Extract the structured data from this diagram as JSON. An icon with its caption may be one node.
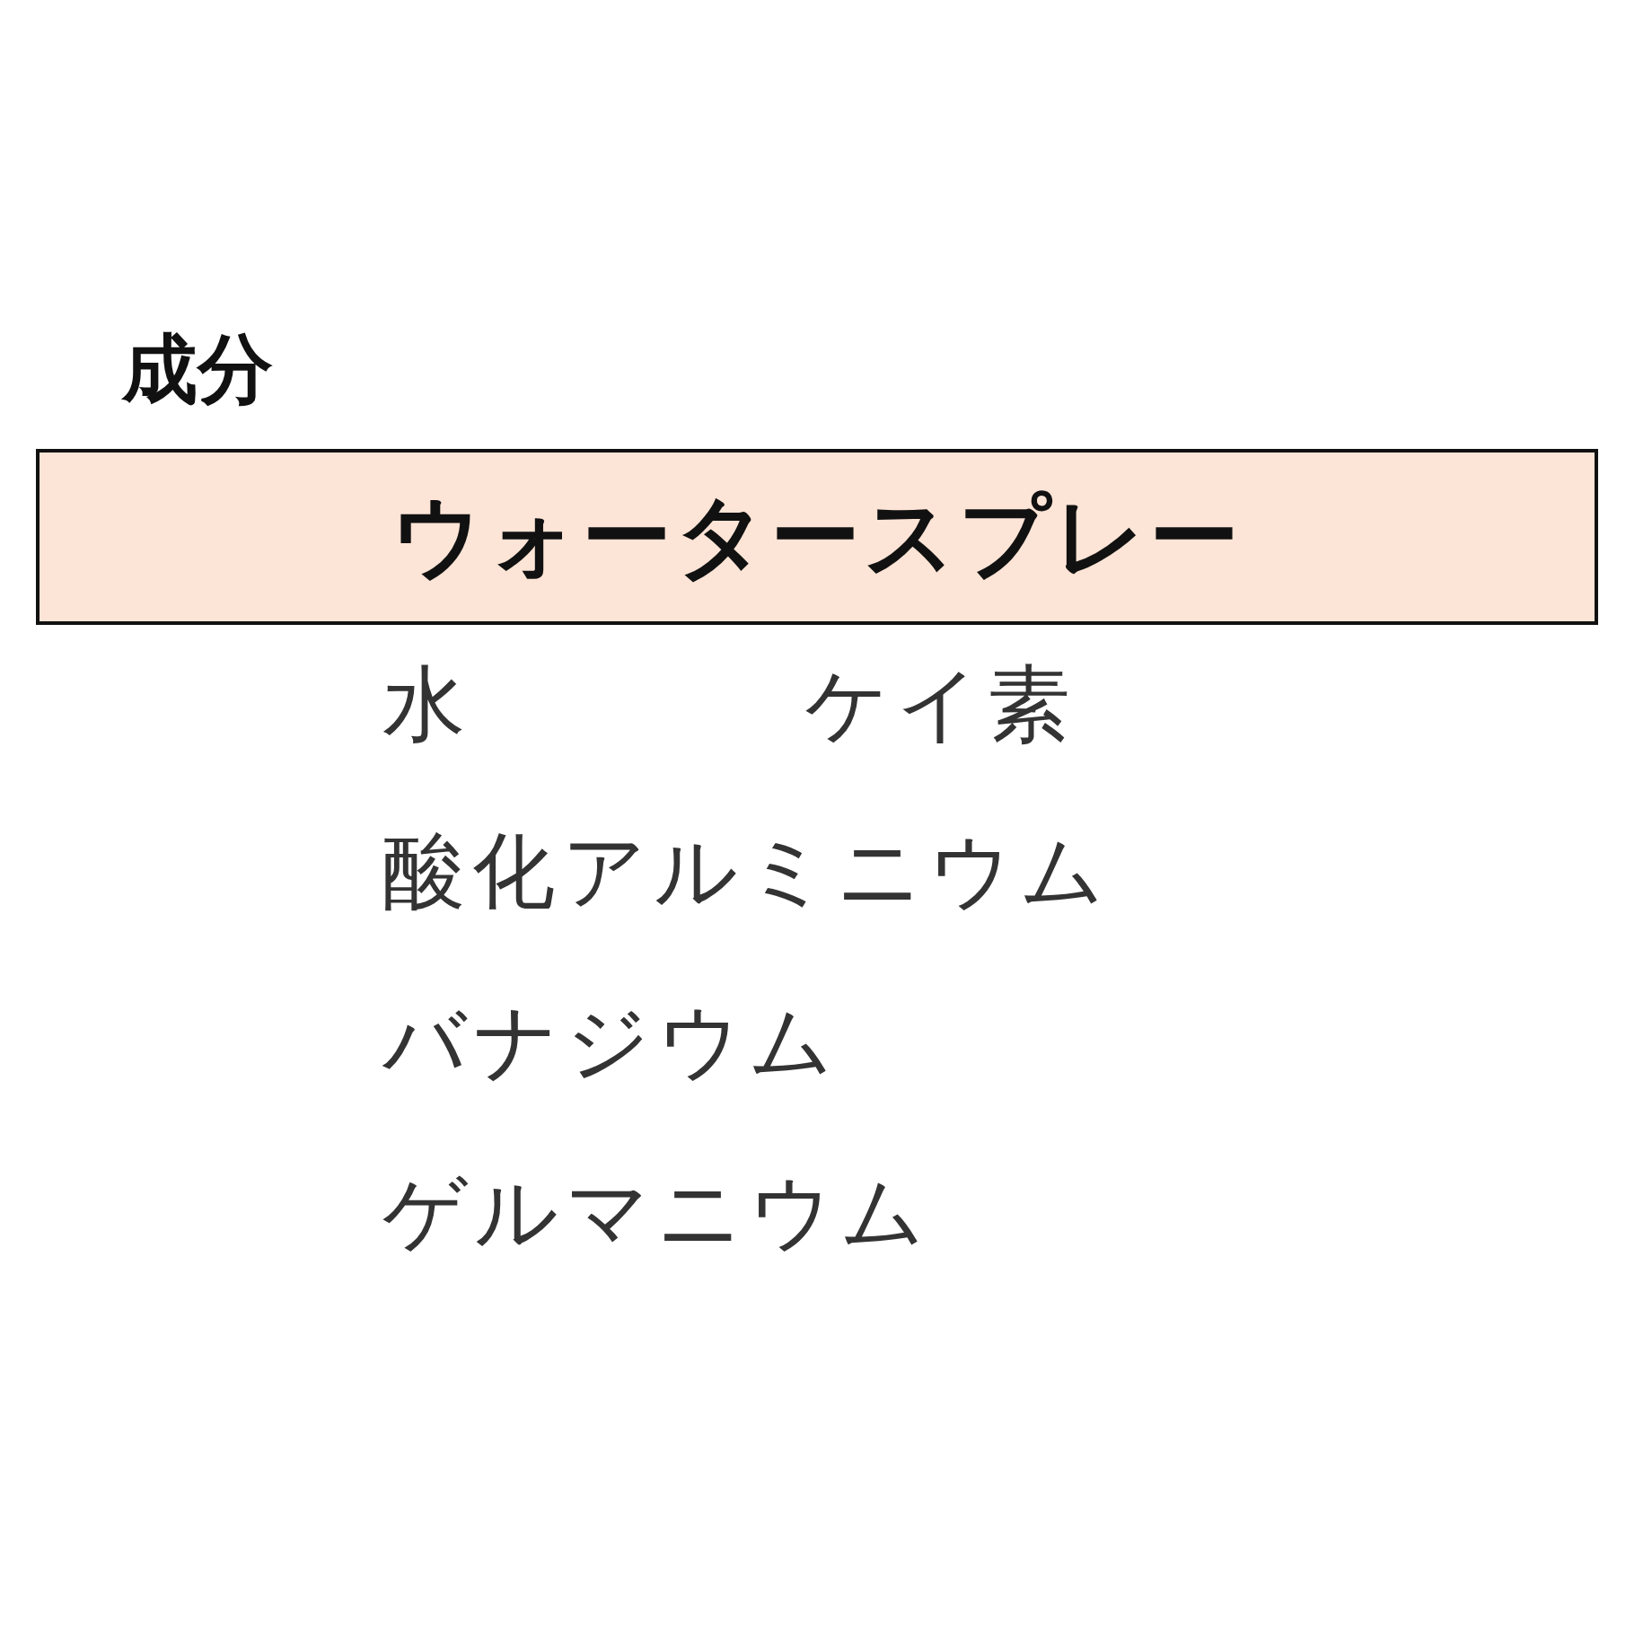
{
  "diagram": {
    "title": "成分",
    "nodes": [
      {
        "text": [
          "ウォータースプレー"
        ]
      }
    ],
    "labels": [
      "水",
      "ケイ素",
      "酸化アルミニウム",
      "バナジウム",
      "ゲルマニウム"
    ]
  }
}
